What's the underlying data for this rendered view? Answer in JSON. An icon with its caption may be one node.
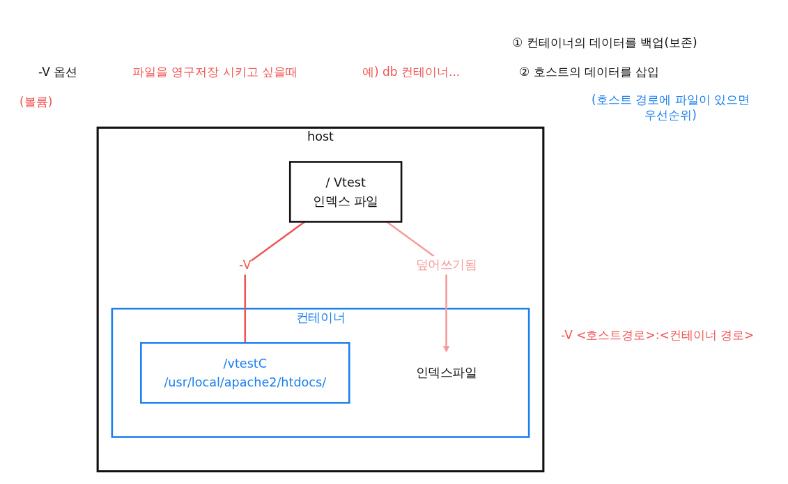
{
  "diagram": {
    "nodes": [
      {
        "text": [
          "host"
        ]
      },
      {
        "text": [
          "/ Vtest",
          "인덱스 파일"
        ],
        "in": 0
      },
      {
        "text": [
          "컨테이너"
        ],
        "in": 0
      },
      {
        "text": [
          "/vtestC",
          "/usr/local/apache2/htdocs/"
        ],
        "in": 2
      },
      {
        "text": [
          "인덱스파일"
        ],
        "in": 2
      }
    ],
    "edges": [
      {
        "from": 1,
        "to": 3,
        "arrow": "none",
        "label": "-V",
        "color": "#f05454"
      },
      {
        "from": 1,
        "to": 4,
        "arrow": "to",
        "label": "덮어쓰기됨",
        "color": "#f79a9a"
      }
    ],
    "labels": [
      "① 컨테이너의 데이터를 백업(보존)",
      "-V 옵션",
      "파일을 영구저장 시키고 싶을때",
      "예) db 컨테이너...",
      "② 호스트의 데이터를 삽입",
      "(볼륨)",
      "(호스트 경로에 파일이 있으면 우선순위)",
      "-V <호스트경로>:<컨테이너 경로>"
    ]
  }
}
